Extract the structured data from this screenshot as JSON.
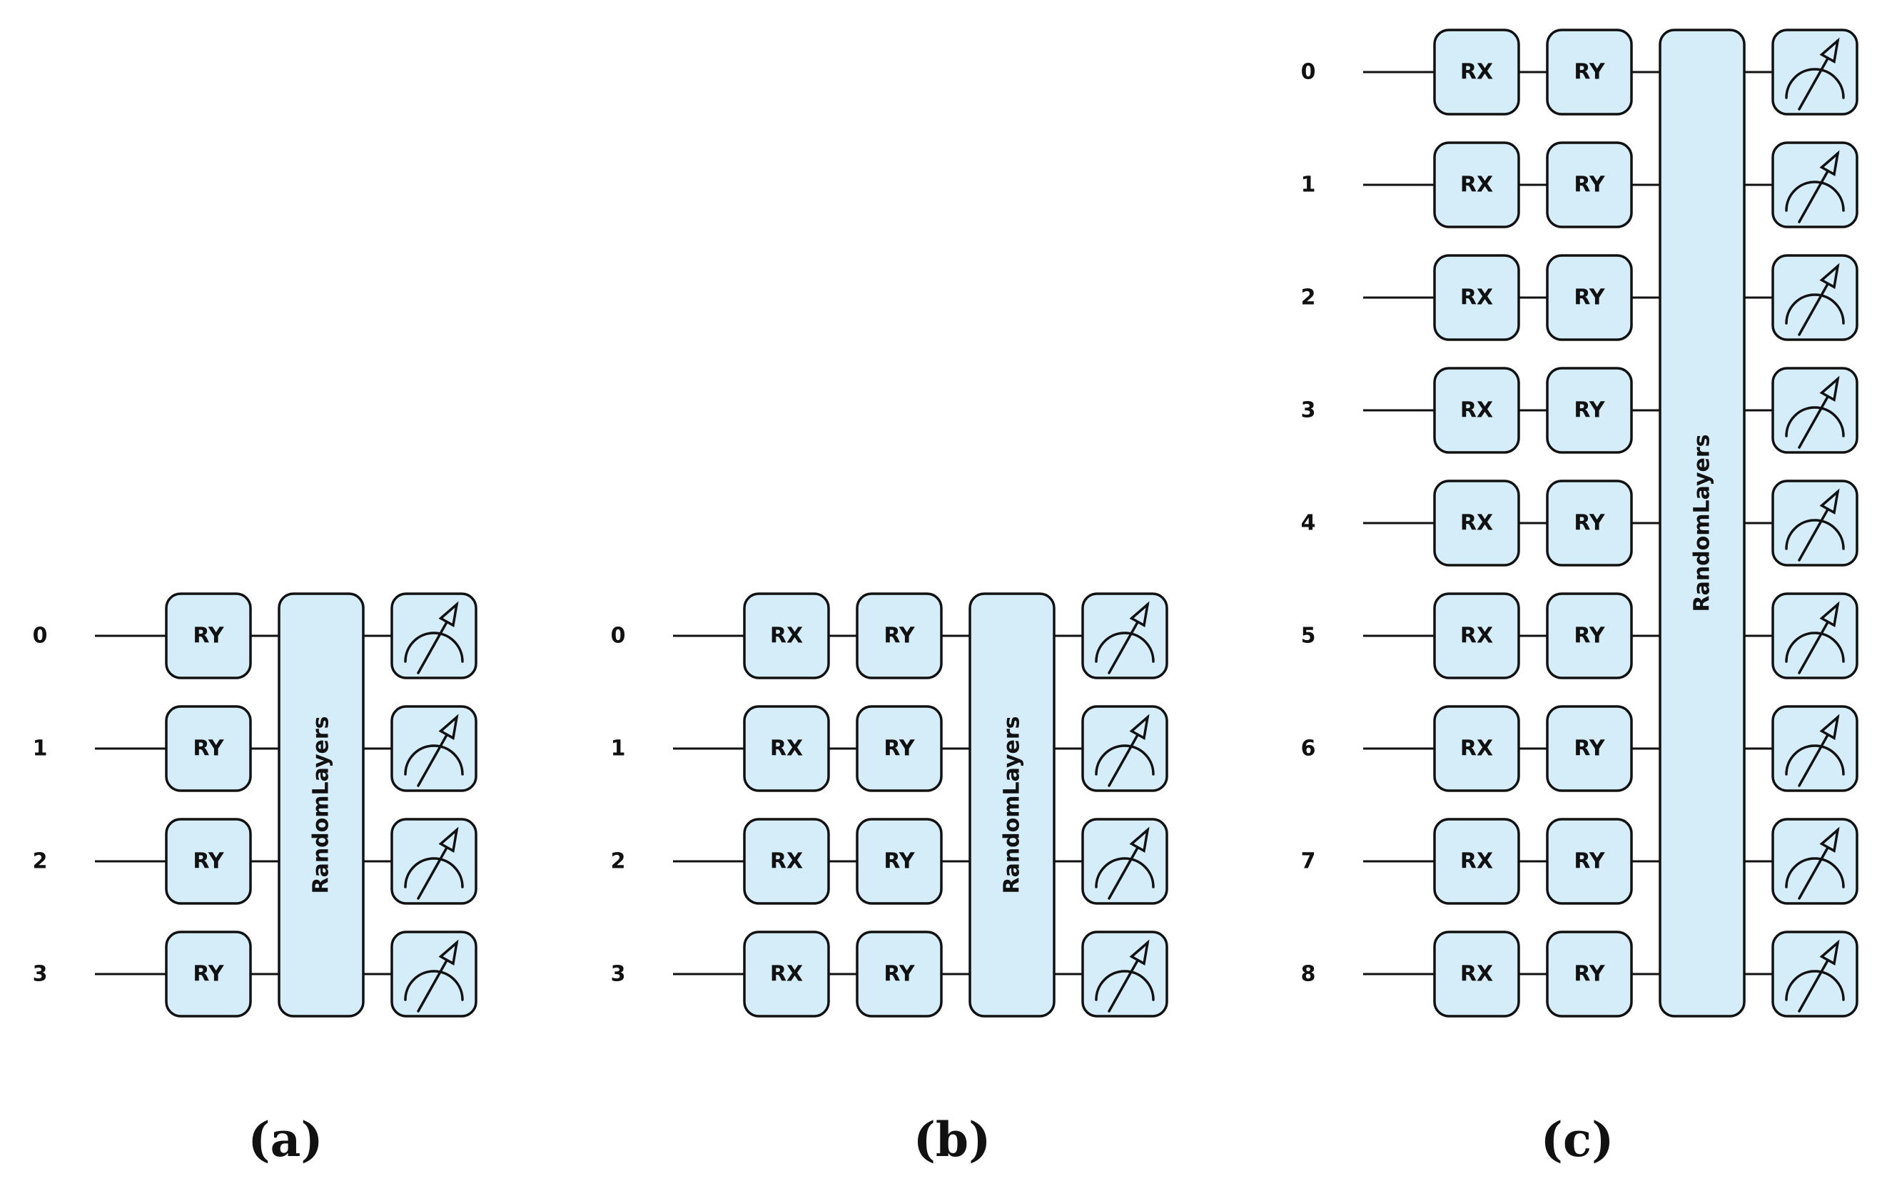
{
  "circuits": [
    {
      "caption": "(a)",
      "wires": [
        "0",
        "1",
        "2",
        "3"
      ],
      "single_qubit_gates": [
        "RY"
      ],
      "entangler_label": "RandomLayers",
      "measure_icon": "measurement-meter-icon"
    },
    {
      "caption": "(b)",
      "wires": [
        "0",
        "1",
        "2",
        "3"
      ],
      "single_qubit_gates": [
        "RX",
        "RY"
      ],
      "entangler_label": "RandomLayers",
      "measure_icon": "measurement-meter-icon"
    },
    {
      "caption": "(c)",
      "wires": [
        "0",
        "1",
        "2",
        "3",
        "4",
        "5",
        "6",
        "7",
        "8"
      ],
      "single_qubit_gates": [
        "RX",
        "RY"
      ],
      "entangler_label": "RandomLayers",
      "measure_icon": "measurement-meter-icon"
    }
  ],
  "colors": {
    "gate_fill": "#d4edf9",
    "stroke": "#111111"
  }
}
